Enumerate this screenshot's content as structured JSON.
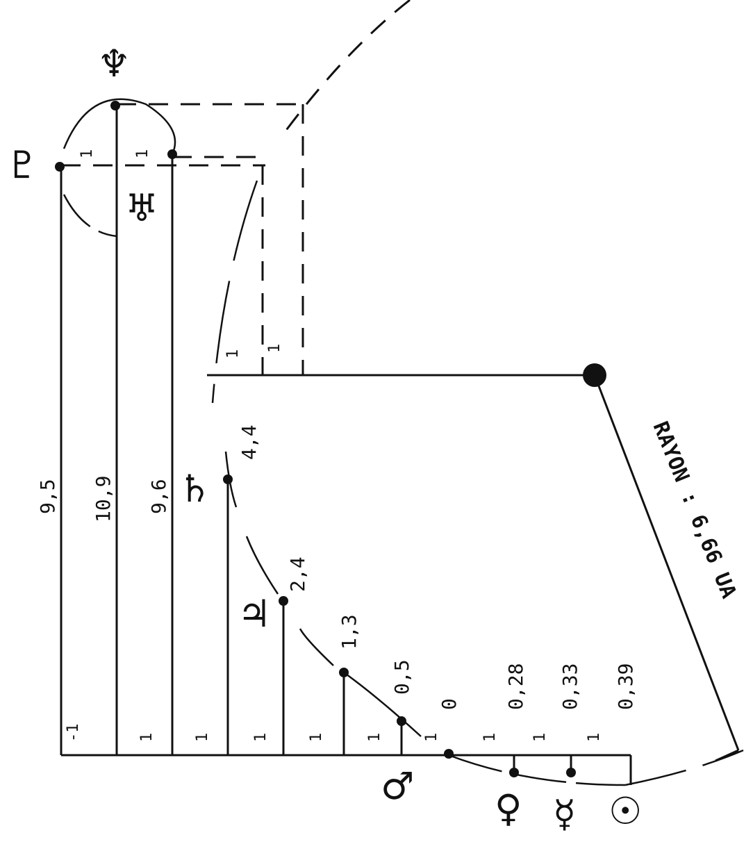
{
  "values": {
    "uranus_like": "9,5",
    "neptune": "10,9",
    "uranus": "9,6",
    "saturn": "4,4",
    "jupiter": "2,4",
    "asteroids": "1,3",
    "mars": "0,5",
    "earth": "0",
    "venus": "0,28",
    "mercury": "0,33",
    "sun": "0,39"
  },
  "unit_marks": {
    "bottom": [
      "-1",
      "1",
      "1",
      "1",
      "1",
      "1",
      "1",
      "1",
      "1",
      "1"
    ],
    "upper": [
      "1",
      "1",
      "1",
      "1"
    ]
  },
  "radius_text": "RAYON : 6,66 UA",
  "symbols": {
    "neptune": "♆",
    "uranus": "♅",
    "saturn": "♄",
    "jupiter": "♃",
    "mars": "♂",
    "venus": "♀",
    "mercury": "☿",
    "sun": "☉",
    "pluto_like": "♇"
  }
}
